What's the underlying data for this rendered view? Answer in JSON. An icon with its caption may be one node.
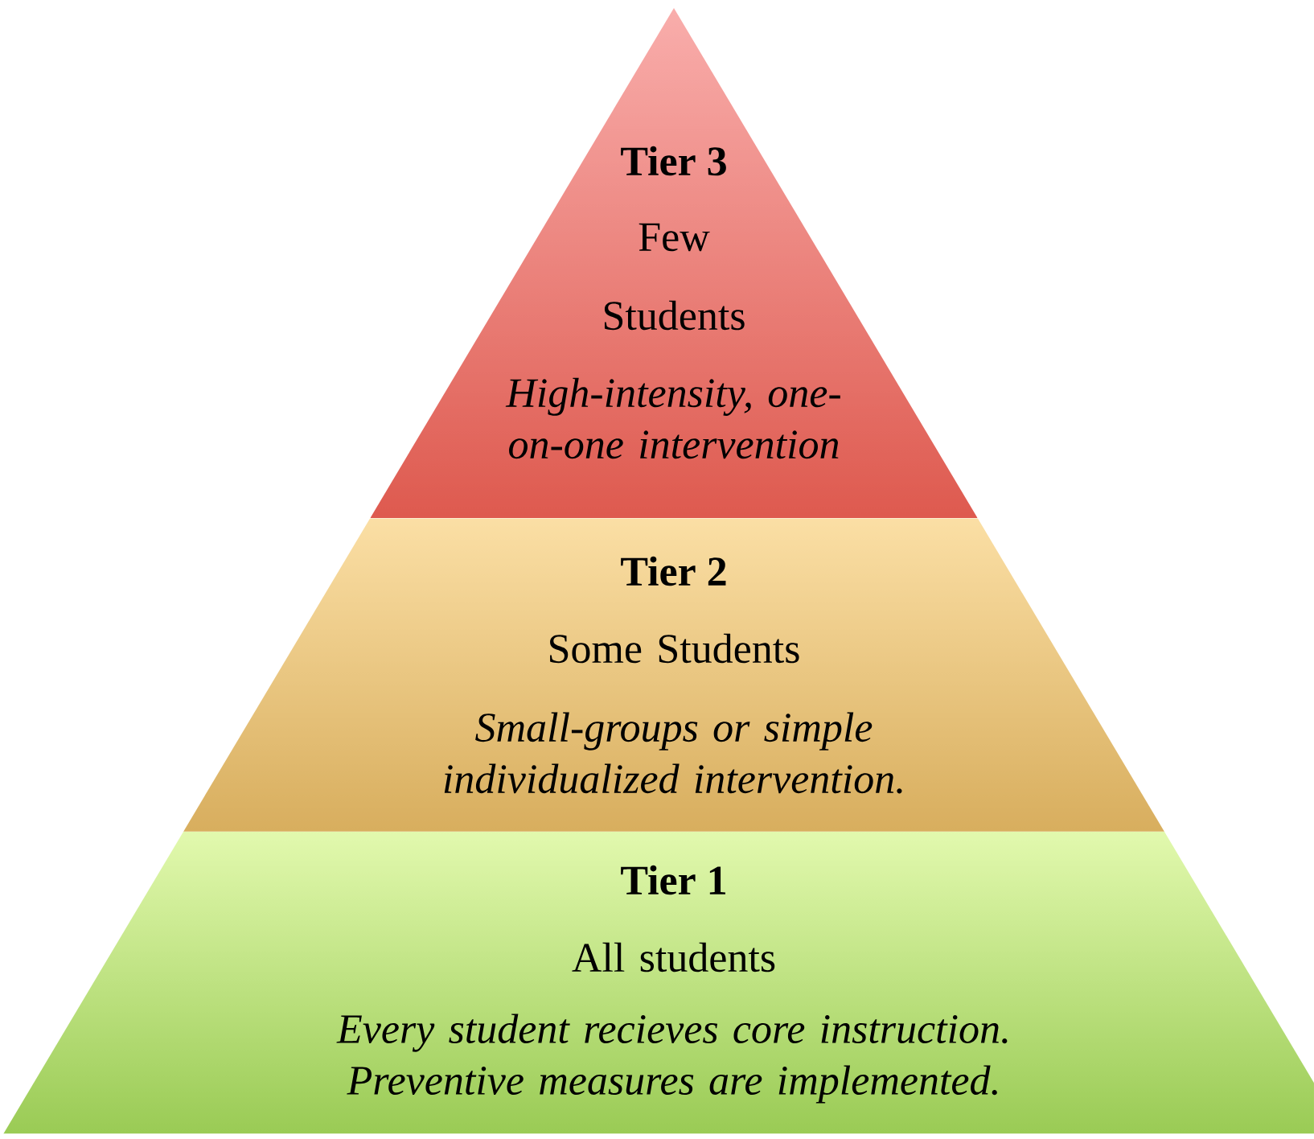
{
  "diagram": {
    "nodes": [
      {
        "text": [
          "Tier 3",
          "Few Students",
          "High-intensity, one-on-one intervention"
        ]
      },
      {
        "text": [
          "Tier 2",
          "Some Students",
          "Small-groups or simple individualized intervention."
        ]
      },
      {
        "text": [
          "Tier 1",
          "All students",
          "Every student recieves core instruction. Preventive measures are implemented."
        ]
      }
    ]
  }
}
